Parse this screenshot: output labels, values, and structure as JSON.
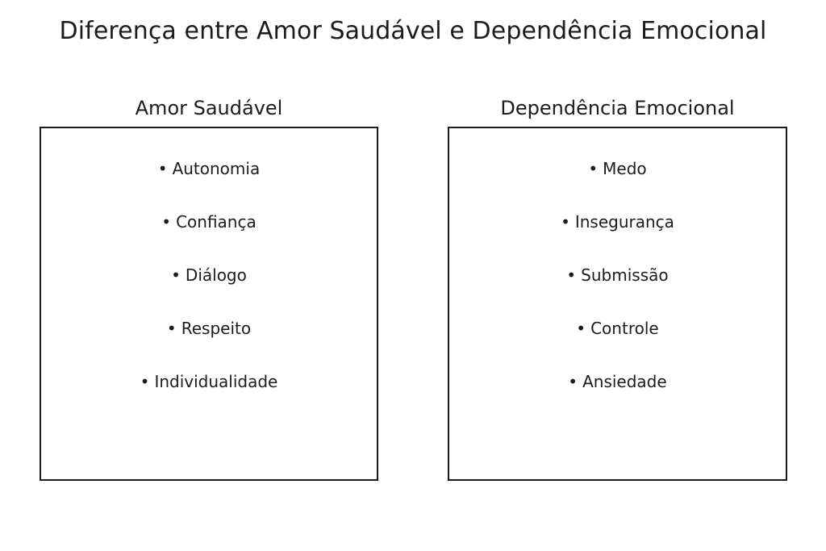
{
  "page": {
    "title": "Diferença entre Amor Saudável e Dependência Emocional",
    "background_color": "#ffffff",
    "text_color": "#1c1c1c",
    "border_color": "#1a1a1a",
    "bullet_glyph": "•"
  },
  "columns": [
    {
      "heading": "Amor Saudável",
      "items": [
        {
          "bullet": "•",
          "label": "Autonomia"
        },
        {
          "bullet": "•",
          "label": "Confiança"
        },
        {
          "bullet": "•",
          "label": "Diálogo"
        },
        {
          "bullet": "•",
          "label": "Respeito"
        },
        {
          "bullet": "•",
          "label": "Individualidade"
        }
      ]
    },
    {
      "heading": "Dependência Emocional",
      "items": [
        {
          "bullet": "•",
          "label": "Medo"
        },
        {
          "bullet": "•",
          "label": "Insegurança"
        },
        {
          "bullet": "•",
          "label": "Submissão"
        },
        {
          "bullet": "•",
          "label": "Controle"
        },
        {
          "bullet": "•",
          "label": "Ansiedade"
        }
      ]
    }
  ]
}
